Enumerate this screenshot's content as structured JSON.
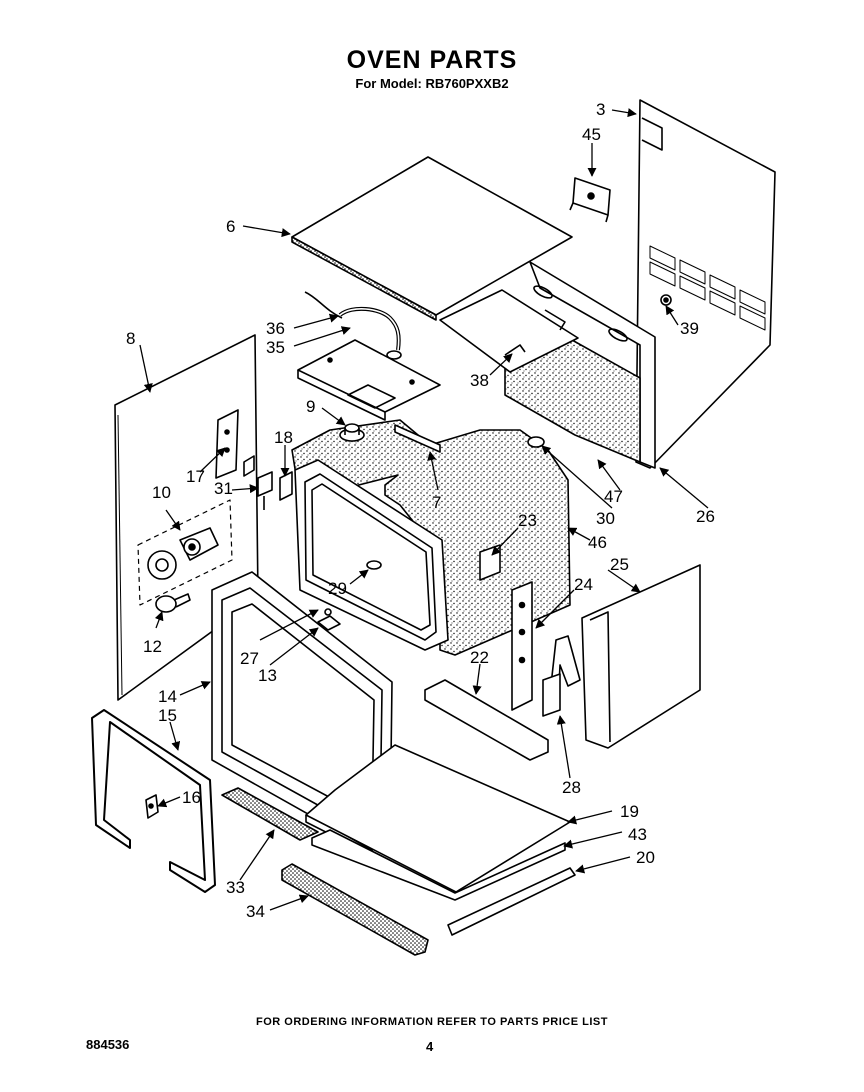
{
  "header": {
    "title": "OVEN PARTS",
    "subtitle": "For Model: RB760PXXB2"
  },
  "footer": {
    "note": "FOR ORDERING INFORMATION REFER TO PARTS PRICE LIST",
    "doc_number": "884536",
    "page_number": "4"
  },
  "callouts": {
    "p3": "3",
    "p45": "45",
    "p6": "6",
    "p36": "36",
    "p35": "35",
    "p39": "39",
    "p8": "8",
    "p38": "38",
    "p9": "9",
    "p18": "18",
    "p17": "17",
    "p31": "31",
    "p10": "10",
    "p7": "7",
    "p47": "47",
    "p30": "30",
    "p26": "26",
    "p23": "23",
    "p46": "46",
    "p25": "25",
    "p24": "24",
    "p29": "29",
    "p27": "27",
    "p13": "13",
    "p12": "12",
    "p22": "22",
    "p14": "14",
    "p15": "15",
    "p16": "16",
    "p28": "28",
    "p19": "19",
    "p43": "43",
    "p20": "20",
    "p33": "33",
    "p34": "34"
  }
}
